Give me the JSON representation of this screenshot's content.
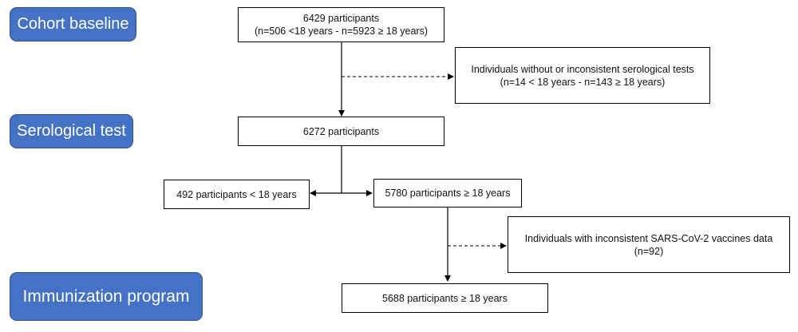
{
  "stages": {
    "baseline": "Cohort baseline",
    "serology": "Serological test",
    "immunization": "Immunization program"
  },
  "boxes": {
    "start": {
      "line1": "6429 participants",
      "line2": "(n=506 <18 years  -  n=5923 ≥ 18 years)"
    },
    "excluded_serology": {
      "line1": "Individuals  without  or inconsistent  serological tests",
      "line2": "(n=14  < 18 years  -  n=143 ≥ 18 years)"
    },
    "after_serology": {
      "line1": "6272 participants"
    },
    "under18": {
      "line1": "492 participants  < 18 years"
    },
    "adults": {
      "line1": "5780 participants ≥ 18 years"
    },
    "excluded_vaccine": {
      "line1": "Individuals  with  inconsistent  SARS-CoV-2 vaccines data",
      "line2": "(n=92)"
    },
    "final": {
      "line1": "5688 participants  ≥ 18 years"
    }
  }
}
